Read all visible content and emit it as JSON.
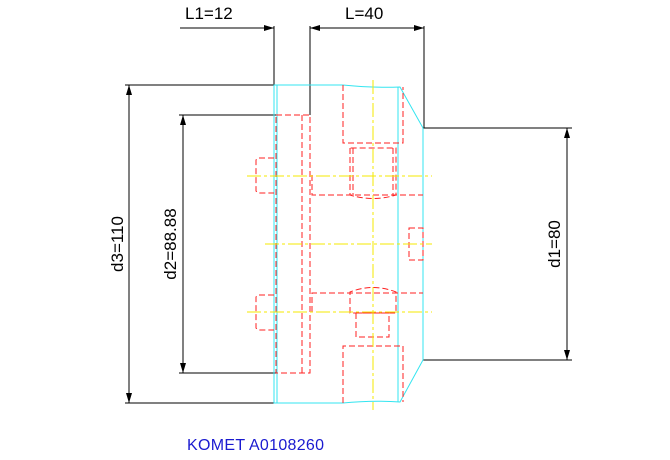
{
  "dimensions": {
    "L1": "L1=12",
    "L": "L=40",
    "d3": "d3=110",
    "d2": "d2=88.88",
    "d1": "d1=80"
  },
  "caption": "KOMET A0108260",
  "colors": {
    "outline": "#33e5f0",
    "hidden": "#ff2020",
    "centerline": "#f5e800",
    "dimension": "#000000",
    "caption": "#1a1ad0"
  }
}
